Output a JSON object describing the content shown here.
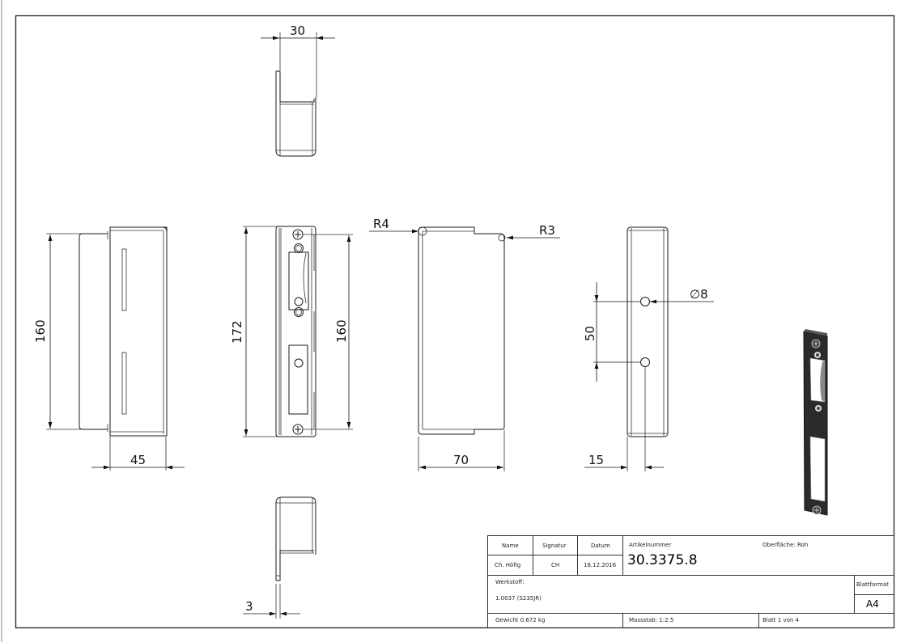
{
  "drawing": {
    "views": {
      "top_view": {
        "dimension": "30"
      },
      "bottom_view": {
        "dimension": "3"
      },
      "left_side_view": {
        "height_dimension": "160",
        "width_dimension": "45"
      },
      "front_view": {
        "overall_height_dimension": "172",
        "hole_spacing_dimension": "160"
      },
      "section_view": {
        "radius_left": "R4",
        "radius_right": "R3",
        "width_dimension": "70"
      },
      "right_side_view": {
        "hole_diameter": "∅8",
        "hole_spacing": "50",
        "hole_offset": "15"
      },
      "isometric_view": {
        "fill_color": "#2b2b2b"
      }
    }
  },
  "title_block": {
    "headers": {
      "name": "Name",
      "signatur": "Signatur",
      "datum": "Datum"
    },
    "values": {
      "name": "Ch. Höfig",
      "signatur": "CH",
      "datum": "16.12.2016"
    },
    "artikelnummer_label": "Artikelnummer",
    "artikelnummer": "30.3375.8",
    "oberflaeche": "Oberfläche:  Roh",
    "werkstoff_label": "Werkstoff:",
    "werkstoff": "1.0037 (S235JR)",
    "blattformat_label": "Blattformat",
    "blattformat": "A4",
    "gewicht": "Gewicht 0.672 kg",
    "massstab": "Massstab: 1:2.5",
    "blatt": "Blatt 1 von 4"
  }
}
